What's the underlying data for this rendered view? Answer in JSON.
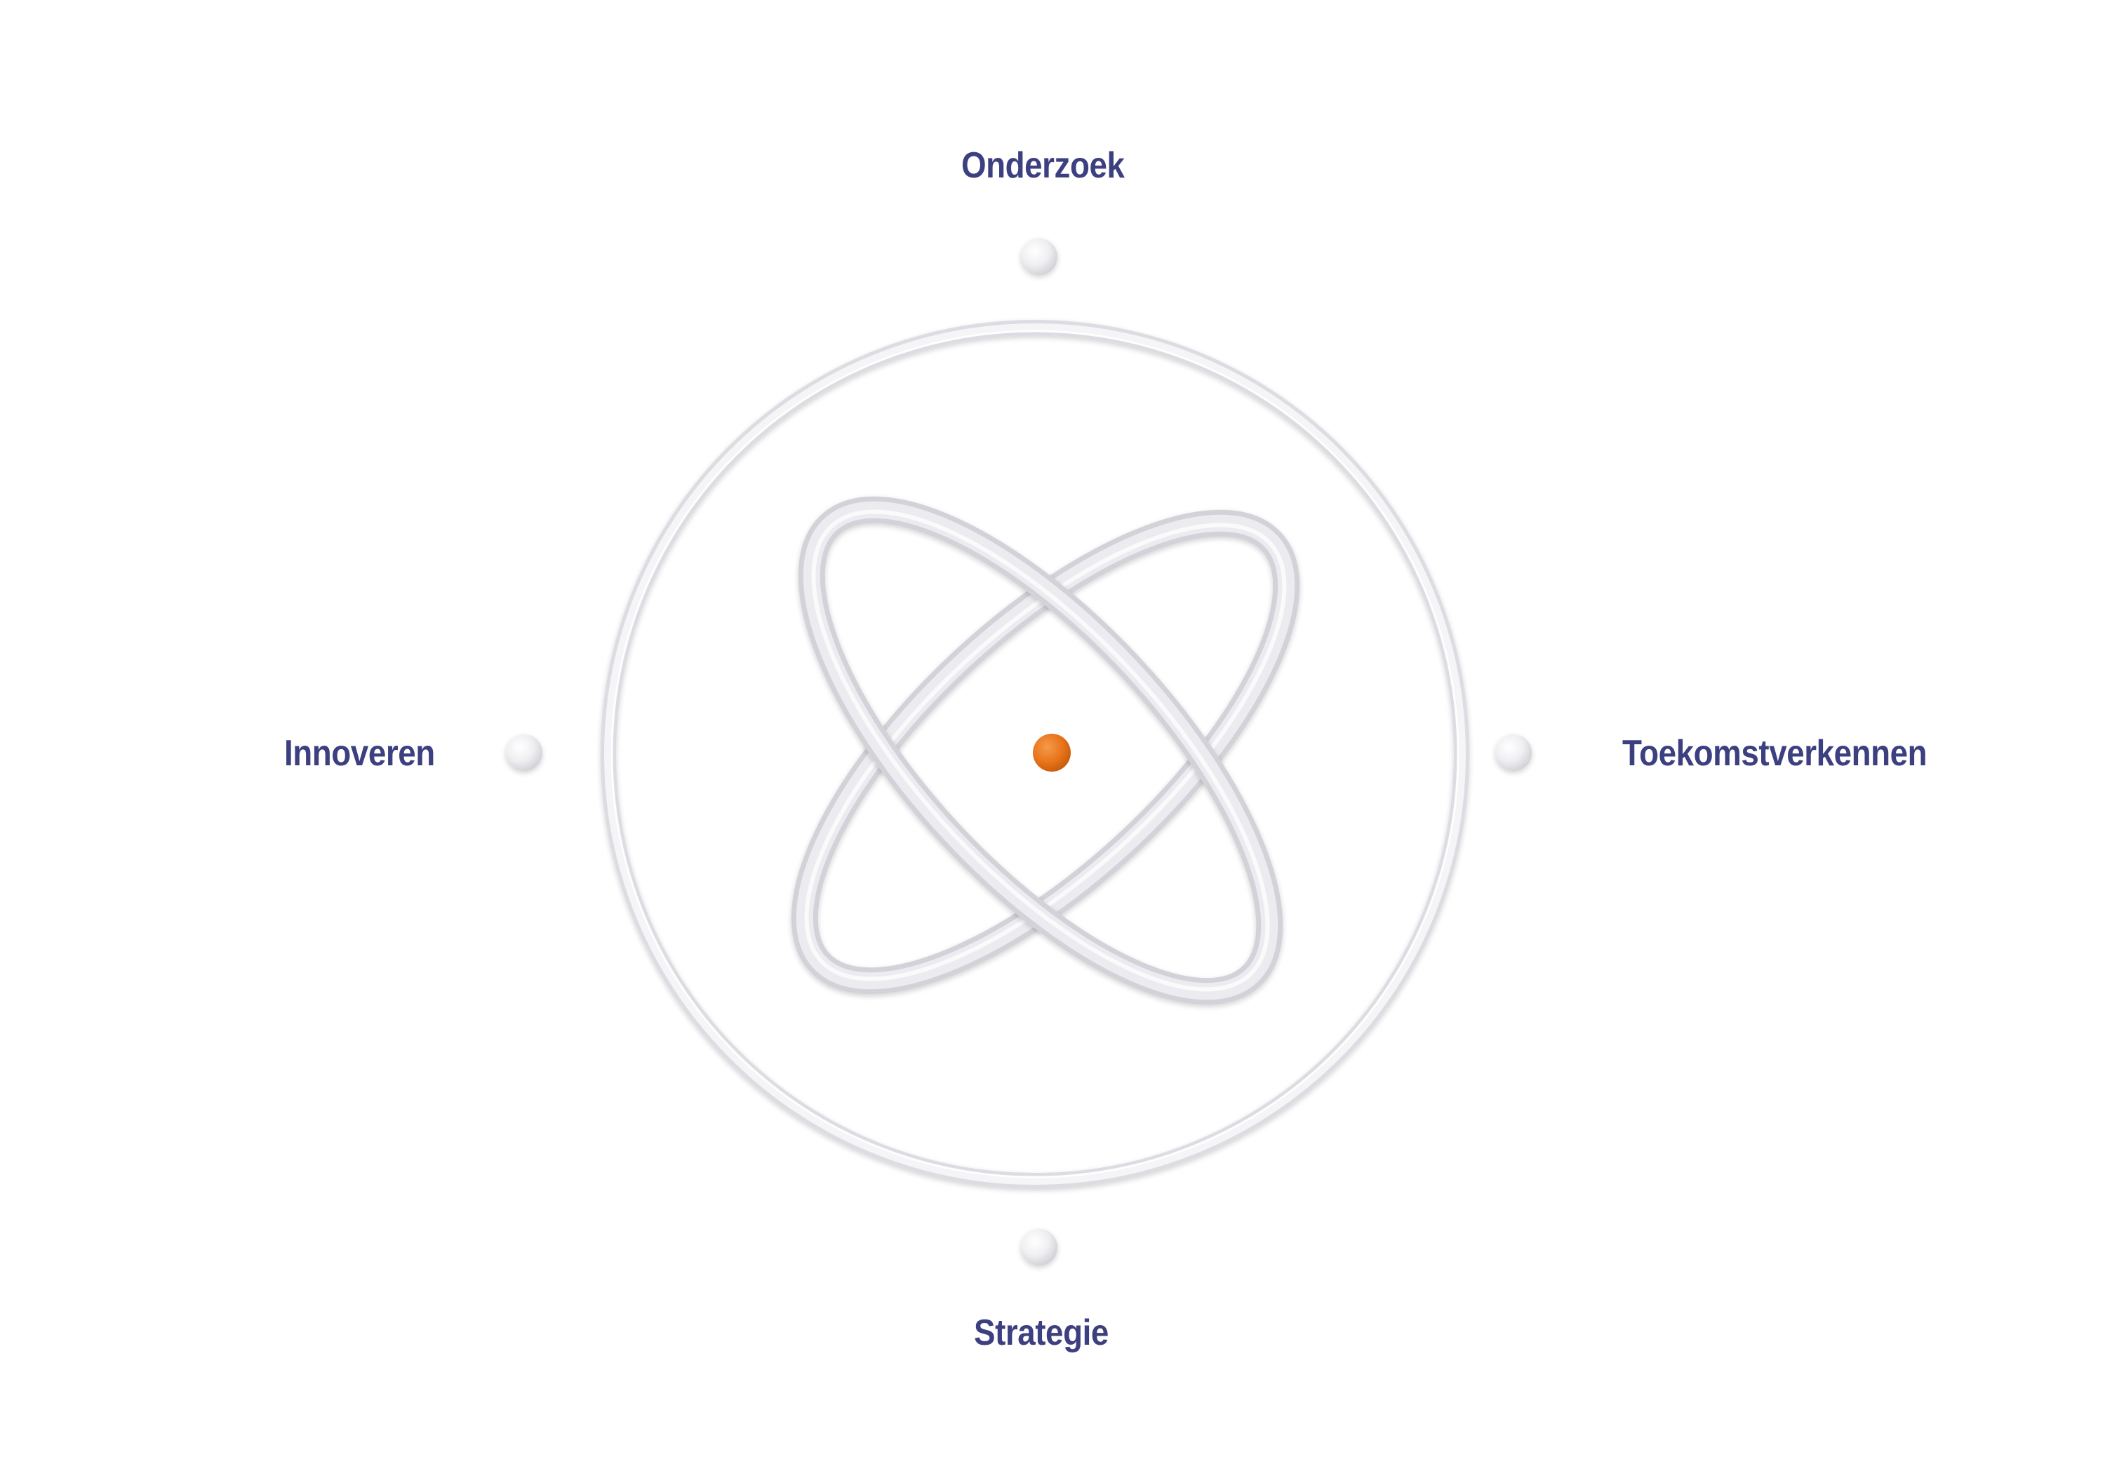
{
  "labels": {
    "top": "Onderzoek",
    "right": "Toekomstverkennen",
    "bottom": "Strategie",
    "left": "Innoveren"
  },
  "colors": {
    "label": "#3d4080",
    "center_dot": "#e8731a",
    "ring": "#e6e6ea",
    "background": "#ffffff"
  }
}
